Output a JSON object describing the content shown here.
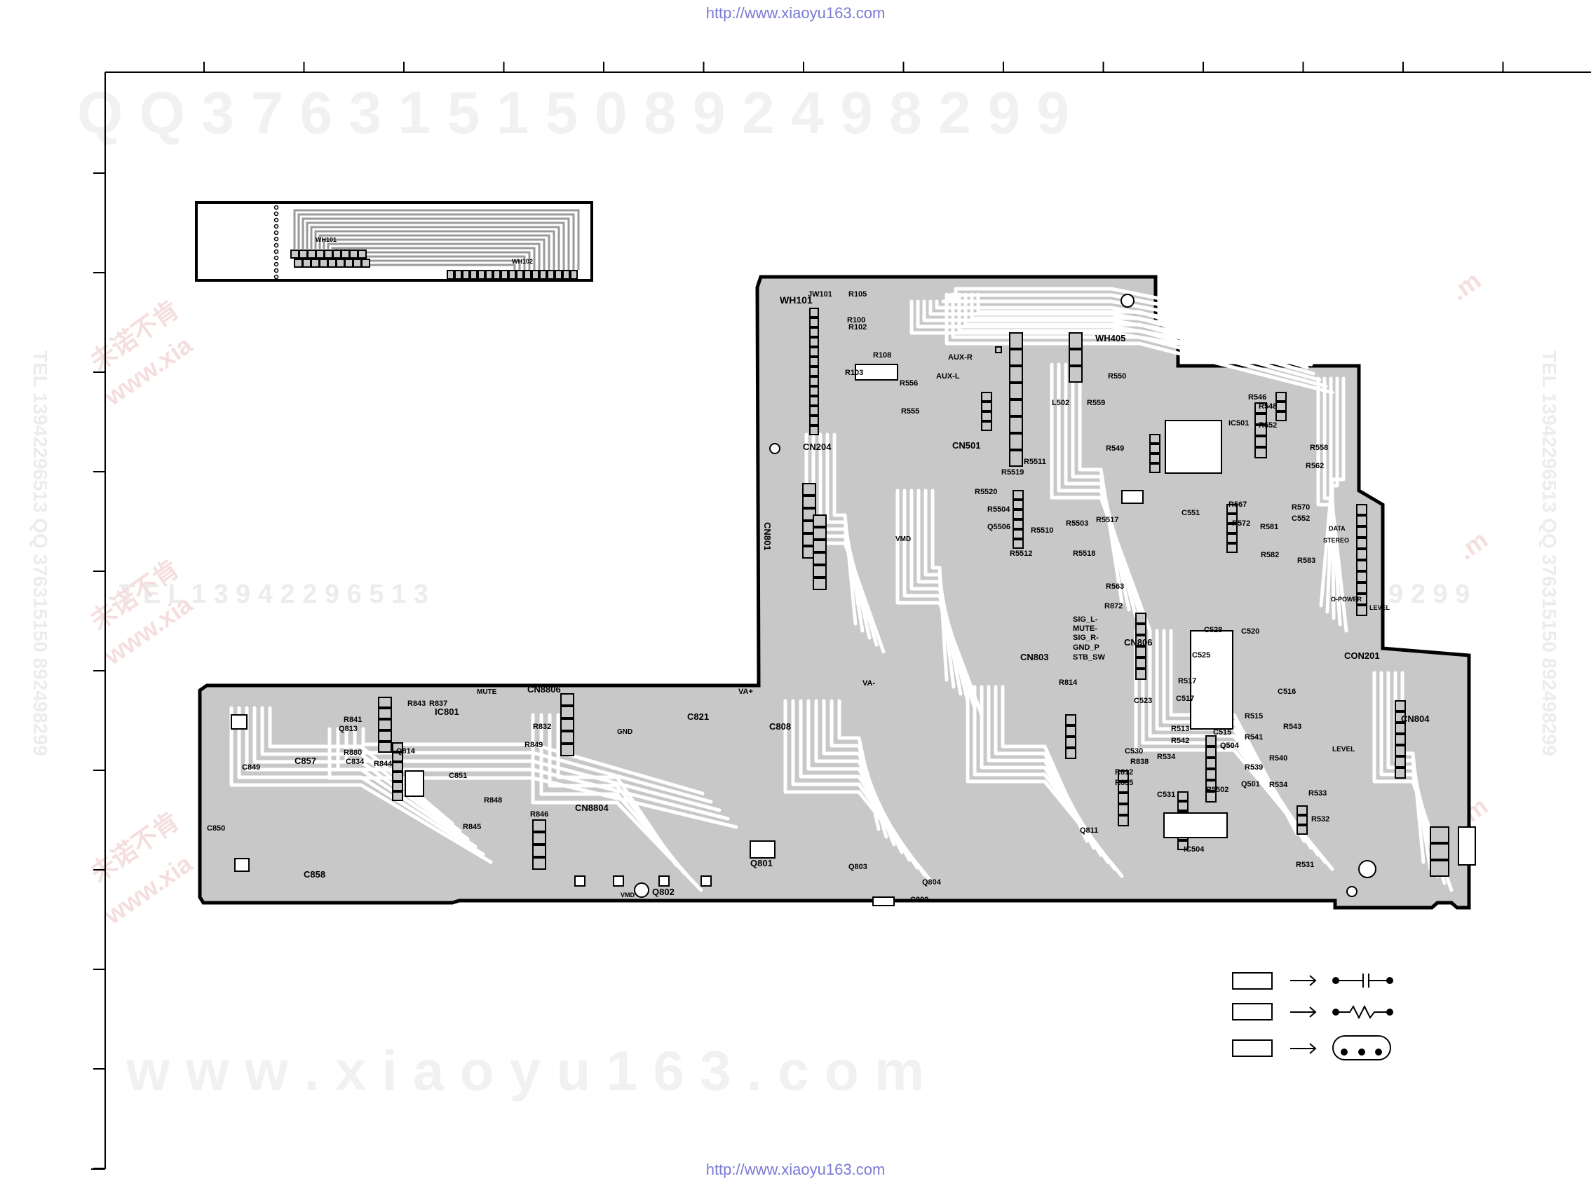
{
  "header": {
    "url": "http://www.xiaoyu163.com"
  },
  "footer": {
    "url": "http://www.xiaoyu163.com"
  },
  "watermarks": {
    "top_row": "Q Q   3 7 6 3 1 5 1 5 0           8 9 2 4 9 8 2 9 9",
    "middle_row": "T E L   1 3 9 4 2 2 9 6 5 1 3",
    "bottom_row": "w w w . x i a o y u 1 6 3 . c o m",
    "side_vertical": "TEL 13942296513 QQ 376315150 892498299",
    "side_fragment": "9 2 9 9",
    "chinese": "未诺不肯",
    "url_fragment": "www.xia",
    "com_fragment": ".m"
  },
  "colors": {
    "board_fill": "#c8c8c8",
    "board_outline": "#000000",
    "pad": "#c8c8c8",
    "url_text": "#7a7ad6",
    "watermark": "#f1f1f1"
  },
  "labels": [
    {
      "id": "wh101_top",
      "text": "WH101"
    },
    {
      "id": "wh102_top",
      "text": "WH102"
    },
    {
      "id": "wh101",
      "text": "WH101"
    },
    {
      "id": "jw101",
      "text": "JW101"
    },
    {
      "id": "r105",
      "text": "R105"
    },
    {
      "id": "r102",
      "text": "R102"
    },
    {
      "id": "r108",
      "text": "R108"
    },
    {
      "id": "r103",
      "text": "R103"
    },
    {
      "id": "r100",
      "text": "R100"
    },
    {
      "id": "cn204",
      "text": "CN204"
    },
    {
      "id": "wh405",
      "text": "WH405"
    },
    {
      "id": "cn501",
      "text": "CN501"
    },
    {
      "id": "aux_r",
      "text": "AUX-R"
    },
    {
      "id": "aux_l",
      "text": "AUX-L"
    },
    {
      "id": "r555",
      "text": "R555"
    },
    {
      "id": "r556",
      "text": "R556"
    },
    {
      "id": "l502",
      "text": "L502"
    },
    {
      "id": "r550",
      "text": "R550"
    },
    {
      "id": "r559",
      "text": "R559"
    },
    {
      "id": "r549",
      "text": "R549"
    },
    {
      "id": "r548",
      "text": "R548"
    },
    {
      "id": "r546",
      "text": "R546"
    },
    {
      "id": "ic501",
      "text": "IC501"
    },
    {
      "id": "r552",
      "text": "R552"
    },
    {
      "id": "r558",
      "text": "R558"
    },
    {
      "id": "r562",
      "text": "R562"
    },
    {
      "id": "r5511",
      "text": "R5511"
    },
    {
      "id": "r5519",
      "text": "R5519"
    },
    {
      "id": "r5520",
      "text": "R5520"
    },
    {
      "id": "r5504",
      "text": "R5504"
    },
    {
      "id": "q5506",
      "text": "Q5506"
    },
    {
      "id": "r5510",
      "text": "R5510"
    },
    {
      "id": "r5503",
      "text": "R5503"
    },
    {
      "id": "r5517",
      "text": "R5517"
    },
    {
      "id": "r5512",
      "text": "R5512"
    },
    {
      "id": "r5518",
      "text": "R5518"
    },
    {
      "id": "r563",
      "text": "R563"
    },
    {
      "id": "r872",
      "text": "R872"
    },
    {
      "id": "c551",
      "text": "C551"
    },
    {
      "id": "r567",
      "text": "R567"
    },
    {
      "id": "r572",
      "text": "R572"
    },
    {
      "id": "r581",
      "text": "R581"
    },
    {
      "id": "r570",
      "text": "R570"
    },
    {
      "id": "c552",
      "text": "C552"
    },
    {
      "id": "r582",
      "text": "R582"
    },
    {
      "id": "r583",
      "text": "R583"
    },
    {
      "id": "con201",
      "text": "CON201"
    },
    {
      "id": "cn801",
      "text": "CN801"
    },
    {
      "id": "cn806",
      "text": "CN806"
    },
    {
      "id": "cn803",
      "text": "CN803"
    },
    {
      "id": "r814",
      "text": "R814"
    },
    {
      "id": "c528",
      "text": "C528"
    },
    {
      "id": "c520",
      "text": "C520"
    },
    {
      "id": "c525",
      "text": "C525"
    },
    {
      "id": "r517",
      "text": "R517"
    },
    {
      "id": "c517",
      "text": "C517"
    },
    {
      "id": "c523",
      "text": "C523"
    },
    {
      "id": "c516",
      "text": "C516"
    },
    {
      "id": "r515",
      "text": "R515"
    },
    {
      "id": "r513",
      "text": "R513"
    },
    {
      "id": "c515",
      "text": "C515"
    },
    {
      "id": "r541",
      "text": "R541"
    },
    {
      "id": "r543",
      "text": "R543"
    },
    {
      "id": "r542",
      "text": "R542"
    },
    {
      "id": "q504",
      "text": "Q504"
    },
    {
      "id": "r540",
      "text": "R540"
    },
    {
      "id": "c530",
      "text": "C530"
    },
    {
      "id": "r838",
      "text": "R838"
    },
    {
      "id": "r534",
      "text": "R534"
    },
    {
      "id": "r539",
      "text": "R539"
    },
    {
      "id": "r812",
      "text": "R812"
    },
    {
      "id": "r835",
      "text": "R835"
    },
    {
      "id": "r5502",
      "text": "R5502"
    },
    {
      "id": "q501",
      "text": "Q501"
    },
    {
      "id": "r534b",
      "text": "R534"
    },
    {
      "id": "r533",
      "text": "R533"
    },
    {
      "id": "c531",
      "text": "C531"
    },
    {
      "id": "r532",
      "text": "R532"
    },
    {
      "id": "ic504",
      "text": "IC504"
    },
    {
      "id": "r531",
      "text": "R531"
    },
    {
      "id": "cn804",
      "text": "CN804"
    },
    {
      "id": "cn8806",
      "text": "CN8806"
    },
    {
      "id": "cn8804",
      "text": "CN8804"
    },
    {
      "id": "ic801",
      "text": "IC801"
    },
    {
      "id": "r843",
      "text": "R843"
    },
    {
      "id": "r837",
      "text": "R837"
    },
    {
      "id": "r832",
      "text": "R832"
    },
    {
      "id": "r849",
      "text": "R849"
    },
    {
      "id": "r841",
      "text": "R841"
    },
    {
      "id": "q813",
      "text": "Q813"
    },
    {
      "id": "r880",
      "text": "R880"
    },
    {
      "id": "c834",
      "text": "C834"
    },
    {
      "id": "r844",
      "text": "R844"
    },
    {
      "id": "q814",
      "text": "Q814"
    },
    {
      "id": "c851",
      "text": "C851"
    },
    {
      "id": "r848",
      "text": "R848"
    },
    {
      "id": "r846",
      "text": "R846"
    },
    {
      "id": "r845",
      "text": "R845"
    },
    {
      "id": "c849",
      "text": "C849"
    },
    {
      "id": "c857",
      "text": "C857"
    },
    {
      "id": "c850",
      "text": "C850"
    },
    {
      "id": "c858",
      "text": "C858"
    },
    {
      "id": "c821",
      "text": "C821"
    },
    {
      "id": "c808",
      "text": "C808"
    },
    {
      "id": "q801",
      "text": "Q801"
    },
    {
      "id": "q802",
      "text": "Q802"
    },
    {
      "id": "q803",
      "text": "Q803"
    },
    {
      "id": "q804",
      "text": "Q804"
    },
    {
      "id": "c809",
      "text": "C809"
    },
    {
      "id": "q811",
      "text": "Q811"
    },
    {
      "id": "va_plus",
      "text": "VA+"
    },
    {
      "id": "va_minus",
      "text": "VA-"
    },
    {
      "id": "gnd",
      "text": "GND"
    },
    {
      "id": "mute",
      "text": "MUTE"
    },
    {
      "id": "level",
      "text": "LEVEL"
    },
    {
      "id": "level2",
      "text": "LEVEL"
    },
    {
      "id": "stereo",
      "text": "STEREO"
    },
    {
      "id": "data",
      "text": "DATA"
    },
    {
      "id": "o_power",
      "text": "O-POWER"
    },
    {
      "id": "sig_l",
      "text": "SIG_L-"
    },
    {
      "id": "mute2",
      "text": "MUTE-"
    },
    {
      "id": "sig_r",
      "text": "SIG_R-"
    },
    {
      "id": "gnd_p",
      "text": "GND_P"
    },
    {
      "id": "stb_sw",
      "text": "STB_SW"
    },
    {
      "id": "vmd",
      "text": "VMD"
    },
    {
      "id": "vmd2",
      "text": "VMD"
    }
  ],
  "legend": [
    {
      "id": "capacitor",
      "symbol": "capacitor"
    },
    {
      "id": "resistor",
      "symbol": "resistor"
    },
    {
      "id": "transistor",
      "symbol": "transistor"
    }
  ]
}
